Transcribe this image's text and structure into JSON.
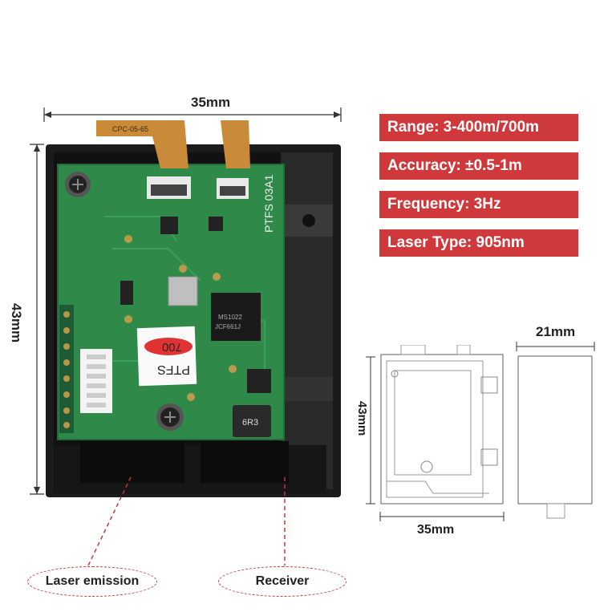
{
  "dimensions": {
    "main_width": "35mm",
    "main_height": "43mm",
    "side_width": "21mm",
    "side_height": "43mm",
    "side_bottom_width": "35mm"
  },
  "specs": [
    {
      "label": "Range: 3-400m/700m"
    },
    {
      "label": "Accuracy: ±0.5-1m"
    },
    {
      "label": "Frequency: 3Hz"
    },
    {
      "label": "Laser Type: 905nm"
    }
  ],
  "callouts": {
    "laser": "Laser emission",
    "receiver": "Receiver"
  },
  "board_marks": {
    "model": "PTFS 03A1",
    "sticker_top": "700",
    "sticker_bottom": "PTFS",
    "chip_line1": "MS1022",
    "chip_line2": "JCF661J",
    "inductor": "6R3",
    "cable_text": "CPC-05-65"
  },
  "colors": {
    "spec_bg": "#d0393b",
    "pcb": "#2f8a4a",
    "housing": "#1b1b1b"
  }
}
